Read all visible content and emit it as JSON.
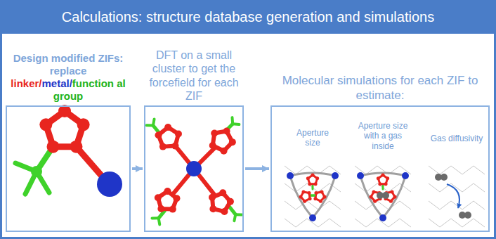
{
  "diagram": {
    "title": "Calculations: structure database generation and simulations",
    "nodes": [
      {
        "text": [
          "Design modified ZIFs: replace",
          "linker",
          "/",
          "metal",
          "/",
          "function al group"
        ]
      },
      {
        "text": [
          "DFT on a small cluster to get the forcefield for each ZIF"
        ]
      },
      {
        "text": [
          "Molecular simulations for each ZIF to estimate:"
        ]
      }
    ],
    "edges": [
      {
        "from": 0,
        "to": 1,
        "arrow": "to"
      },
      {
        "from": 1,
        "to": 2,
        "arrow": "to"
      }
    ],
    "labels": [
      "Aperture size",
      "Aperture size with a gas inside",
      "Gas diffusivity"
    ]
  }
}
